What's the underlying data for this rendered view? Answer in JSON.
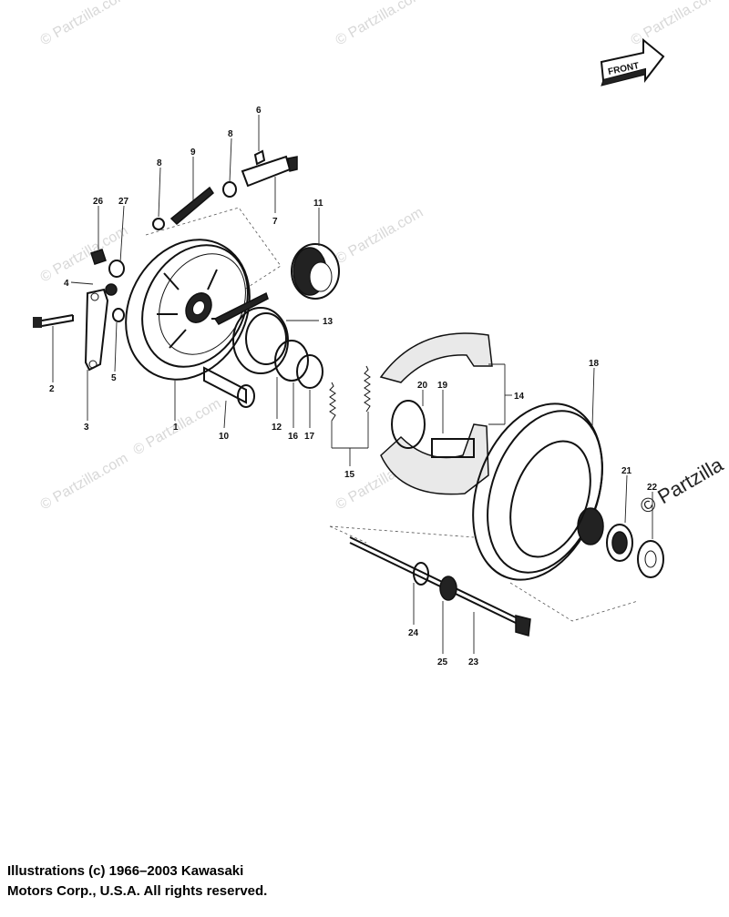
{
  "watermarks": [
    "© Partzilla.com",
    "© Partzilla.com",
    "© Partzilla.com",
    "© Partzilla.com",
    "© Partzilla.com",
    "© Partzilla.com",
    "© Partzilla.com",
    "© Partzilla.com"
  ],
  "watermark_edge": "© Partzilla",
  "front_arrow_label": "FRONT",
  "callouts": [
    "1",
    "2",
    "3",
    "4",
    "5",
    "6",
    "7",
    "8",
    "8",
    "9",
    "10",
    "11",
    "12",
    "13",
    "14",
    "15",
    "16",
    "17",
    "18",
    "19",
    "20",
    "21",
    "22",
    "23",
    "24",
    "25",
    "26",
    "27"
  ],
  "copyright_line1": "Illustrations (c) 1966–2003 Kawasaki",
  "copyright_line2": "Motors Corp., U.S.A.  All rights reserved."
}
